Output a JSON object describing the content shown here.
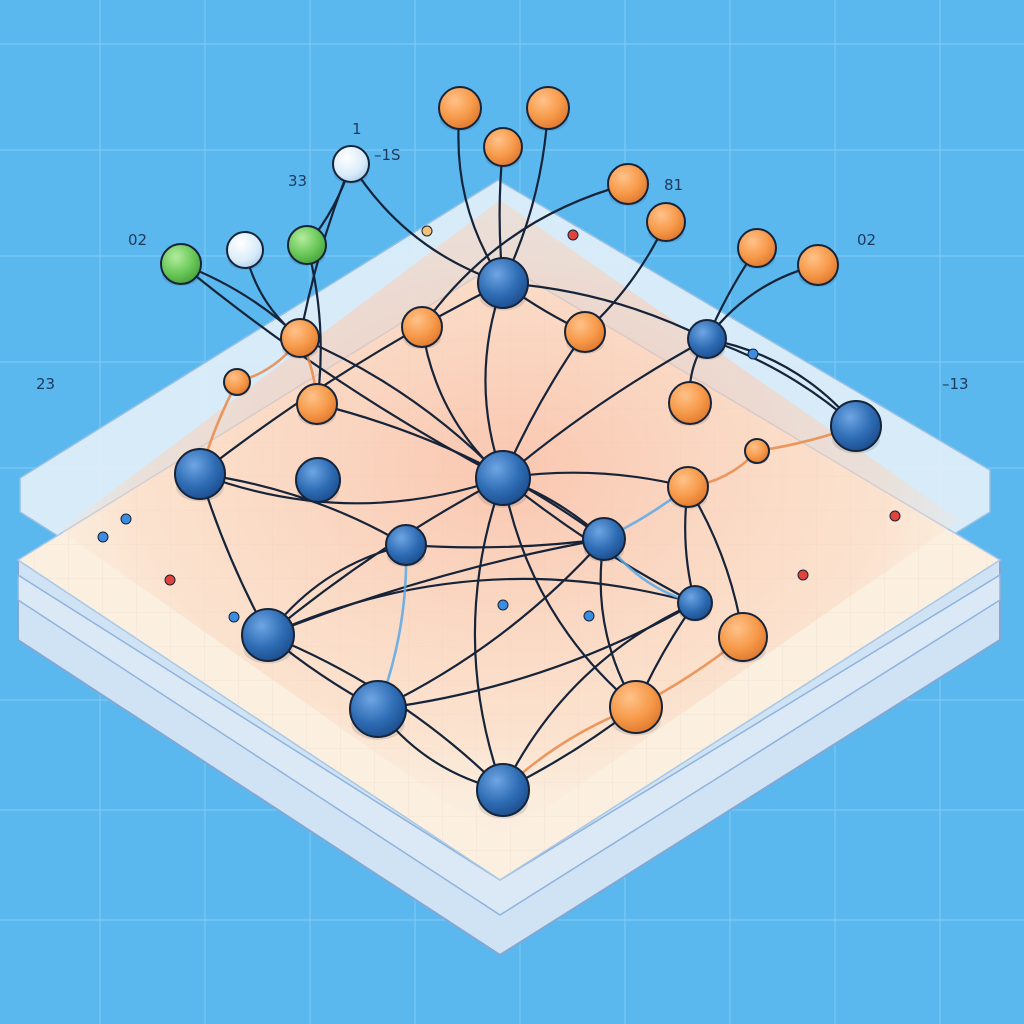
{
  "colors": {
    "background": "#5bb8ef",
    "grid": "#7cc8f4",
    "platform_top": "#fbefe0",
    "platform_glow": "#f9b9a0",
    "platform_side": "#dbe9f7",
    "node_blue": "#2f6db5",
    "node_orange": "#f79a4a",
    "node_green": "#6cc95a",
    "node_pale": "#d9ecfa",
    "edge_dark": "#16243a",
    "edge_blue": "#58a9e6",
    "edge_orange": "#e9894a"
  },
  "labels": [
    {
      "id": "l1",
      "text": "1"
    },
    {
      "id": "l2",
      "text": "–1S"
    },
    {
      "id": "l3",
      "text": "33"
    },
    {
      "id": "l4",
      "text": "02"
    },
    {
      "id": "l5",
      "text": "81"
    },
    {
      "id": "l6",
      "text": "02"
    },
    {
      "id": "l7",
      "text": "23"
    },
    {
      "id": "l8",
      "text": "–13"
    }
  ],
  "nodes": [
    {
      "id": "tA",
      "color": "orange"
    },
    {
      "id": "tB",
      "color": "orange"
    },
    {
      "id": "tC",
      "color": "orange"
    },
    {
      "id": "p1",
      "color": "pale"
    },
    {
      "id": "o81",
      "color": "orange"
    },
    {
      "id": "o2",
      "color": "orange"
    },
    {
      "id": "o3",
      "color": "orange"
    },
    {
      "id": "o4",
      "color": "orange"
    },
    {
      "id": "g1",
      "color": "green"
    },
    {
      "id": "p2",
      "color": "pale"
    },
    {
      "id": "g2",
      "color": "green"
    },
    {
      "id": "bTop",
      "color": "blue"
    },
    {
      "id": "oL1",
      "color": "orange"
    },
    {
      "id": "oL2",
      "color": "orange"
    },
    {
      "id": "oL3",
      "color": "orange"
    },
    {
      "id": "oL4",
      "color": "orange"
    },
    {
      "id": "oR1",
      "color": "orange"
    },
    {
      "id": "bR1",
      "color": "blue"
    },
    {
      "id": "oR2",
      "color": "orange"
    },
    {
      "id": "bR2",
      "color": "blue"
    },
    {
      "id": "oR3",
      "color": "orange"
    },
    {
      "id": "oR4",
      "color": "orange"
    },
    {
      "id": "bL1",
      "color": "blue"
    },
    {
      "id": "bL2",
      "color": "blue"
    },
    {
      "id": "bC",
      "color": "blue"
    },
    {
      "id": "bM1",
      "color": "blue"
    },
    {
      "id": "bM2",
      "color": "blue"
    },
    {
      "id": "bM3",
      "color": "blue"
    },
    {
      "id": "bB1",
      "color": "blue"
    },
    {
      "id": "bB2",
      "color": "blue"
    },
    {
      "id": "bBot",
      "color": "blue"
    },
    {
      "id": "oB1",
      "color": "orange"
    },
    {
      "id": "oB2",
      "color": "orange"
    }
  ],
  "edges": [
    {
      "from": "tA",
      "to": "bTop",
      "style": "dark"
    },
    {
      "from": "tB",
      "to": "bTop",
      "style": "dark"
    },
    {
      "from": "tC",
      "to": "bTop",
      "style": "dark"
    },
    {
      "from": "p1",
      "to": "bTop",
      "style": "dark"
    },
    {
      "from": "p1",
      "to": "g2",
      "style": "dark"
    },
    {
      "from": "p1",
      "to": "oL1",
      "style": "dark"
    },
    {
      "from": "o81",
      "to": "oL2",
      "style": "dark"
    },
    {
      "from": "o2",
      "to": "oR1",
      "style": "dark"
    },
    {
      "from": "o3",
      "to": "bR1",
      "style": "dark"
    },
    {
      "from": "o4",
      "to": "bR1",
      "style": "dark"
    },
    {
      "from": "g1",
      "to": "oL1",
      "style": "dark"
    },
    {
      "from": "g1",
      "to": "bC",
      "style": "dark"
    },
    {
      "from": "p2",
      "to": "oL1",
      "style": "dark"
    },
    {
      "from": "g2",
      "to": "oL3",
      "style": "dark"
    },
    {
      "from": "bTop",
      "to": "bL1",
      "style": "dark"
    },
    {
      "from": "bTop",
      "to": "bC",
      "style": "dark"
    },
    {
      "from": "bTop",
      "to": "bR1",
      "style": "dark"
    },
    {
      "from": "bTop",
      "to": "oR1",
      "style": "dark"
    },
    {
      "from": "oL2",
      "to": "bC",
      "style": "dark"
    },
    {
      "from": "oL1",
      "to": "bC",
      "style": "dark"
    },
    {
      "from": "bR1",
      "to": "bC",
      "style": "dark"
    },
    {
      "from": "bR1",
      "to": "oR2",
      "style": "dark"
    },
    {
      "from": "bR1",
      "to": "bR2",
      "style": "dark"
    },
    {
      "from": "oR1",
      "to": "bC",
      "style": "dark"
    },
    {
      "from": "bL1",
      "to": "bC",
      "style": "dark"
    },
    {
      "from": "bL1",
      "to": "bM1",
      "style": "dark"
    },
    {
      "from": "bM1",
      "to": "bM2",
      "style": "dark"
    },
    {
      "from": "bM1",
      "to": "bB1",
      "style": "dark"
    },
    {
      "from": "bC",
      "to": "bM2",
      "style": "dark"
    },
    {
      "from": "bC",
      "to": "bM3",
      "style": "dark"
    },
    {
      "from": "bC",
      "to": "bBot",
      "style": "dark"
    },
    {
      "from": "bC",
      "to": "oR3",
      "style": "dark"
    },
    {
      "from": "bC",
      "to": "bB1",
      "style": "dark"
    },
    {
      "from": "bC",
      "to": "oB1",
      "style": "dark"
    },
    {
      "from": "bM2",
      "to": "bB2",
      "style": "dark"
    },
    {
      "from": "bM2",
      "to": "bB1",
      "style": "dark"
    },
    {
      "from": "bM2",
      "to": "oB1",
      "style": "dark"
    },
    {
      "from": "bM3",
      "to": "bB2",
      "style": "dark"
    },
    {
      "from": "bM3",
      "to": "oB1",
      "style": "dark"
    },
    {
      "from": "bM3",
      "to": "bBot",
      "style": "dark"
    },
    {
      "from": "bM3",
      "to": "oR3",
      "style": "dark"
    },
    {
      "from": "bB1",
      "to": "bB2",
      "style": "dark"
    },
    {
      "from": "bB2",
      "to": "bBot",
      "style": "dark"
    },
    {
      "from": "bB1",
      "to": "bBot",
      "style": "dark"
    },
    {
      "from": "bL1",
      "to": "bB1",
      "style": "dark"
    },
    {
      "from": "bM3",
      "to": "bB1",
      "style": "dark"
    },
    {
      "from": "oR3",
      "to": "oB2",
      "style": "dark"
    },
    {
      "from": "bBot",
      "to": "oB1",
      "style": "dark"
    },
    {
      "from": "bR2",
      "to": "bR1",
      "style": "dark"
    },
    {
      "from": "oL3",
      "to": "bM2",
      "style": "dark"
    },
    {
      "from": "oL4",
      "to": "bL1",
      "style": "orange"
    },
    {
      "from": "oL4",
      "to": "oL1",
      "style": "orange"
    },
    {
      "from": "oL1",
      "to": "oL3",
      "style": "orange"
    },
    {
      "from": "oR4",
      "to": "bR2",
      "style": "orange"
    },
    {
      "from": "oR3",
      "to": "oR4",
      "style": "orange"
    },
    {
      "from": "bBot",
      "to": "oB1",
      "style": "orange"
    },
    {
      "from": "oB1",
      "to": "oB2",
      "style": "orange"
    },
    {
      "from": "bM2",
      "to": "bM3",
      "style": "blue"
    },
    {
      "from": "bM1",
      "to": "bB2",
      "style": "blue"
    },
    {
      "from": "bM2",
      "to": "oR3",
      "style": "blue"
    }
  ]
}
